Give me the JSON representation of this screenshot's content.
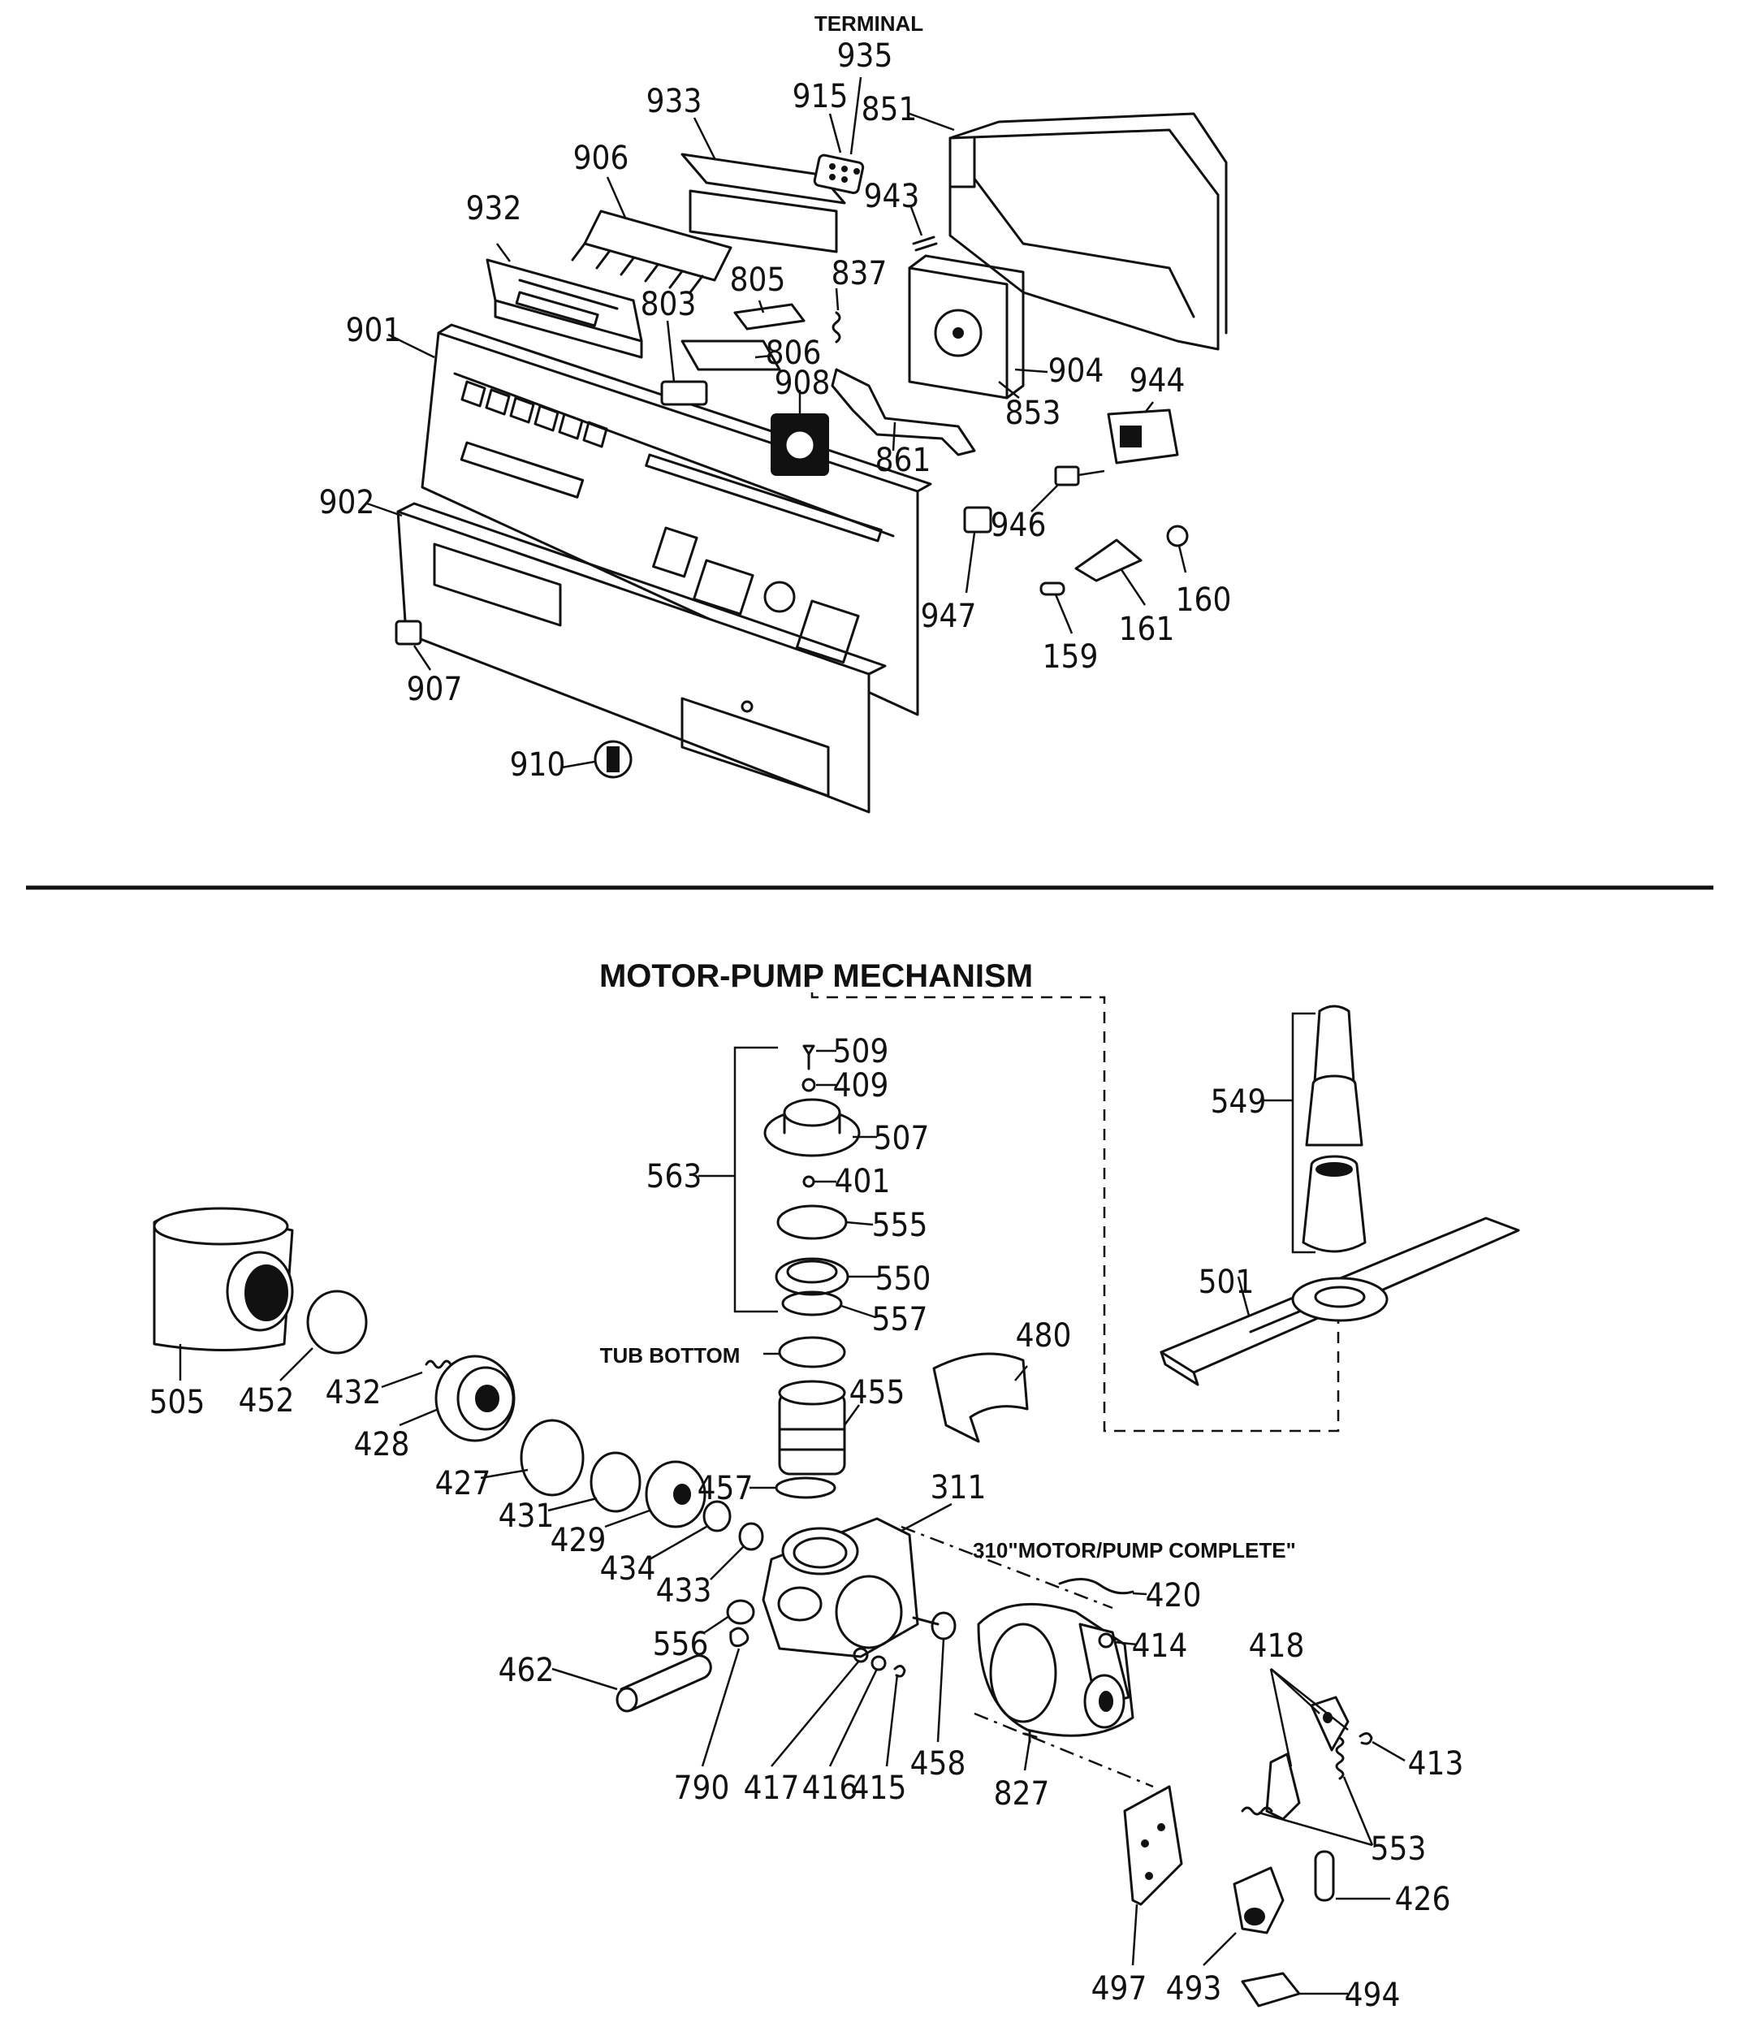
{
  "headings": {
    "terminal": "TERMINAL",
    "motor_pump_mechanism": "MOTOR-PUMP MECHANISM",
    "tub_bottom": "TUB BOTTOM",
    "motor_pump_complete": "310\"MOTOR/PUMP COMPLETE\""
  },
  "control_panel_parts": {
    "p935": "935",
    "p915": "915",
    "p933": "933",
    "p851": "851",
    "p906": "906",
    "p943": "943",
    "p932": "932",
    "p805": "805",
    "p837": "837",
    "p803": "803",
    "p901": "901",
    "p806": "806",
    "p908": "908",
    "p904": "904",
    "p944": "944",
    "p853": "853",
    "p861": "861",
    "p902": "902",
    "p946": "946",
    "p947": "947",
    "p160": "160",
    "p161": "161",
    "p159": "159",
    "p907": "907",
    "p910": "910"
  },
  "pump_parts": {
    "p509": "509",
    "p409": "409",
    "p507": "507",
    "p563": "563",
    "p401": "401",
    "p555": "555",
    "p550": "550",
    "p557": "557",
    "p549": "549",
    "p501": "501",
    "p480": "480",
    "p455": "455",
    "p505": "505",
    "p452": "452",
    "p432": "432",
    "p428": "428",
    "p427": "427",
    "p431": "431",
    "p429": "429",
    "p457": "457",
    "p311": "311",
    "p434": "434",
    "p433": "433",
    "p420": "420",
    "p414": "414",
    "p556": "556",
    "p462": "462",
    "p418": "418",
    "p413": "413",
    "p790": "790",
    "p417": "417",
    "p416": "416",
    "p415": "415",
    "p458": "458",
    "p827": "827",
    "p553": "553",
    "p426": "426",
    "p497": "497",
    "p493": "493",
    "p494": "494"
  }
}
